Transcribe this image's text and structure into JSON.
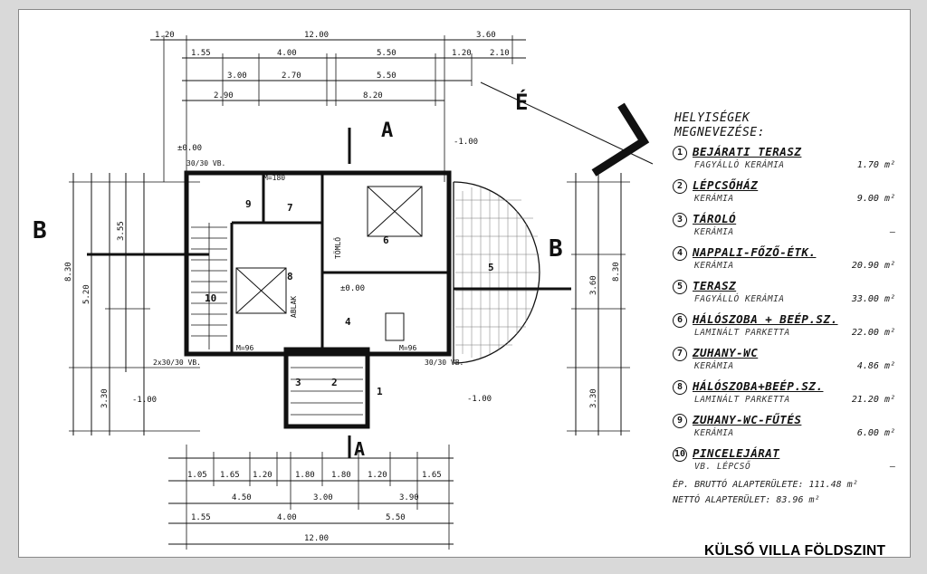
{
  "plan": {
    "caption": "KÜLSŐ VILLA FÖLDSZINT",
    "legend_title_line1": "HELYISÉGEK",
    "legend_title_line2": "MEGNEVEZÉSE:",
    "rooms": [
      {
        "num": "1",
        "name": "BEJÁRATI TERASZ",
        "material": "FAGYÁLLÓ KERÁMIA",
        "area": "1.70 m²"
      },
      {
        "num": "2",
        "name": "LÉPCSŐHÁZ",
        "material": "KERÁMIA",
        "area": "9.00 m²"
      },
      {
        "num": "3",
        "name": "TÁROLÓ",
        "material": "KERÁMIA",
        "area": "—"
      },
      {
        "num": "4",
        "name": "NAPPALI-FŐZŐ-ÉTK.",
        "material": "KERÁMIA",
        "area": "20.90 m²"
      },
      {
        "num": "5",
        "name": "TERASZ",
        "material": "FAGYÁLLÓ KERÁMIA",
        "area": "33.00 m²"
      },
      {
        "num": "6",
        "name": "HÁLÓSZOBA + BEÉP.SZ.",
        "material": "LAMINÁLT PARKETTA",
        "area": "22.00 m²"
      },
      {
        "num": "7",
        "name": "ZUHANY-WC",
        "material": "KERÁMIA",
        "area": "4.86 m²"
      },
      {
        "num": "8",
        "name": "HÁLÓSZOBA+BEÉP.SZ.",
        "material": "LAMINÁLT PARKETTA",
        "area": "21.20 m²"
      },
      {
        "num": "9",
        "name": "ZUHANY-WC-FŰTÉS",
        "material": "KERÁMIA",
        "area": "6.00 m²"
      },
      {
        "num": "10",
        "name": "PINCELEJÁRAT",
        "material": "VB. LÉPCSŐ",
        "area": "—"
      }
    ],
    "gross_area": "ÉP. BRUTTÓ ALAPTERÜLETE: 111.48 m²",
    "net_area": "NETTÓ ALAPTERÜLET: 83.96 m²",
    "dims": {
      "top1": [
        "1.20",
        "12.00",
        "3.60"
      ],
      "top2": [
        "1.55",
        "4.00",
        "5.50",
        "1.20",
        "2.10"
      ],
      "top3": [
        "3.00",
        "2.70",
        "5.50"
      ],
      "top4": [
        "2.90",
        "8.20"
      ],
      "bottom1": [
        "1.05",
        "1.65",
        "1.20",
        "1.80",
        "1.80",
        "1.20",
        "1.65"
      ],
      "bottom2": [
        "4.50",
        "3.00",
        "3.90"
      ],
      "bottom3": [
        "1.55",
        "4.00",
        "5.50"
      ],
      "bottom4": [
        "12.00"
      ],
      "left": [
        "8.30",
        "5.20",
        "3.55",
        "3.30"
      ],
      "right": [
        "8.30",
        "3.60",
        "3.30"
      ]
    },
    "levels": [
      "±0.00",
      "-1.00",
      "±0.00",
      "-1.00",
      "-1.00"
    ],
    "section_letters": [
      "A",
      "A",
      "B",
      "B"
    ],
    "room_tags": [
      "1",
      "2",
      "3",
      "4",
      "5",
      "6",
      "7",
      "8",
      "9",
      "10"
    ],
    "misc_labels": [
      "30/30 VB.",
      "30/30 VB.",
      "2x30/30 VB.",
      "M=96",
      "M=96",
      "M=180",
      "ABLAK",
      "TÖMLŐ"
    ],
    "north_label": "É"
  }
}
